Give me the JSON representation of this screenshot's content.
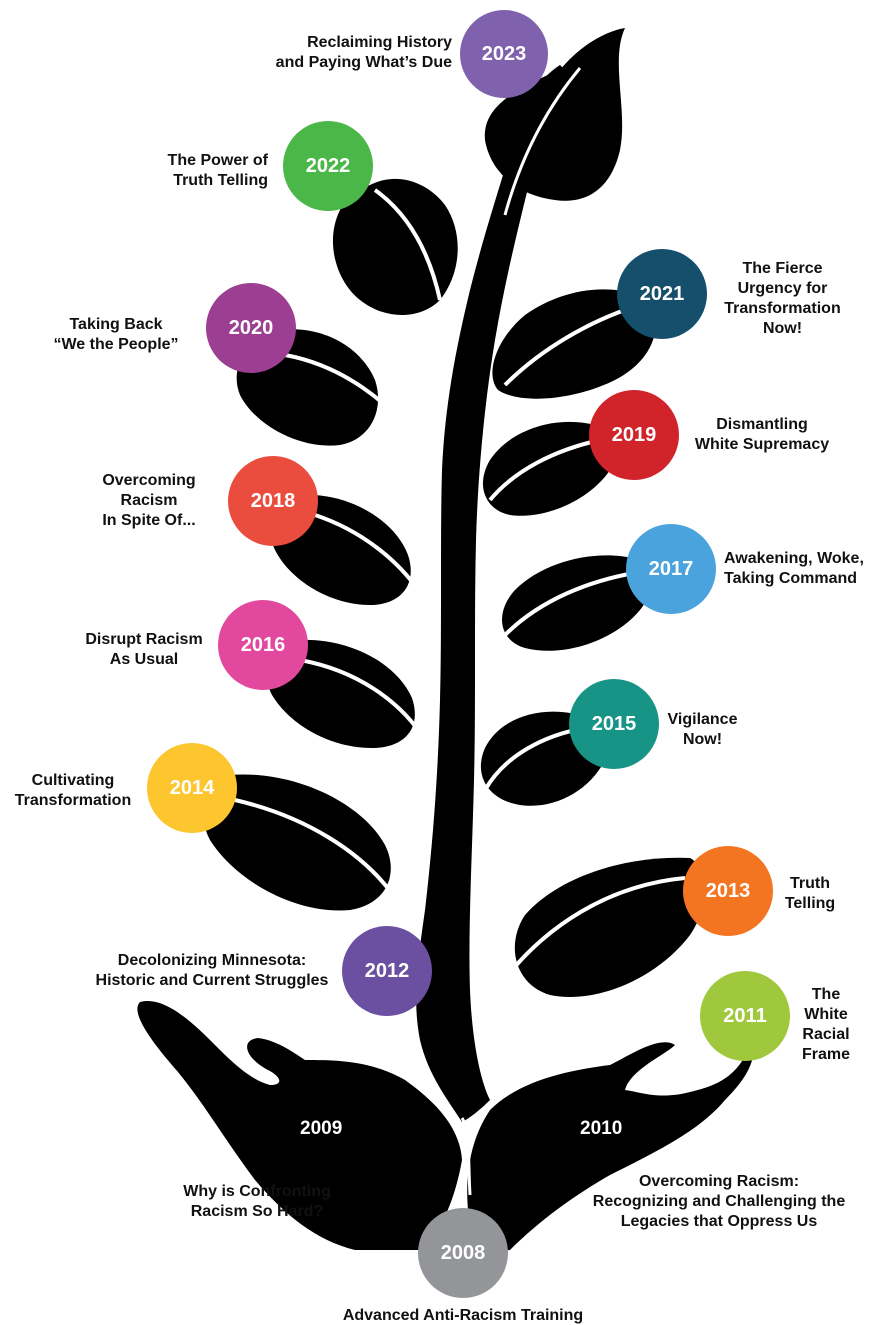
{
  "colors": {
    "2008": "#939598",
    "2011": "#9fc83c",
    "2012": "#6b4fa0",
    "2013": "#f47521",
    "2014": "#fdc62f",
    "2015": "#189486",
    "2016": "#e2499e",
    "2017": "#4aa3dc",
    "2018": "#ea4c3e",
    "2019": "#d1232a",
    "2020": "#9c3f93",
    "2021": "#154f6b",
    "2022": "#4bb748",
    "2023": "#8061ad"
  },
  "milestones": [
    {
      "year": "2023",
      "title": "Reclaiming History\nand Paying What’s Due"
    },
    {
      "year": "2022",
      "title": "The Power of\nTruth Telling"
    },
    {
      "year": "2021",
      "title": "The Fierce\nUrgency for\nTransformation\nNow!"
    },
    {
      "year": "2020",
      "title": "Taking Back\n“We the People”"
    },
    {
      "year": "2019",
      "title": "Dismantling\nWhite Supremacy"
    },
    {
      "year": "2018",
      "title": "Overcoming\nRacism\nIn Spite Of..."
    },
    {
      "year": "2017",
      "title": "Awakening, Woke,\nTaking Command"
    },
    {
      "year": "2016",
      "title": "Disrupt Racism\nAs Usual"
    },
    {
      "year": "2015",
      "title": "Vigilance\nNow!"
    },
    {
      "year": "2014",
      "title": "Cultivating\nTransformation"
    },
    {
      "year": "2013",
      "title": "Truth\nTelling"
    },
    {
      "year": "2012",
      "title": "Decolonizing Minnesota:\nHistoric and Current Struggles"
    },
    {
      "year": "2011",
      "title": "The\nWhite\nRacial\nFrame"
    },
    {
      "year": "2010",
      "title": "Overcoming Racism:\nRecognizing and Challenging the\nLegacies that Oppress Us"
    },
    {
      "year": "2009",
      "title": "Why is Confronting\nRacism So Hard?"
    },
    {
      "year": "2008",
      "title": "Advanced Anti-Racism Training"
    }
  ]
}
